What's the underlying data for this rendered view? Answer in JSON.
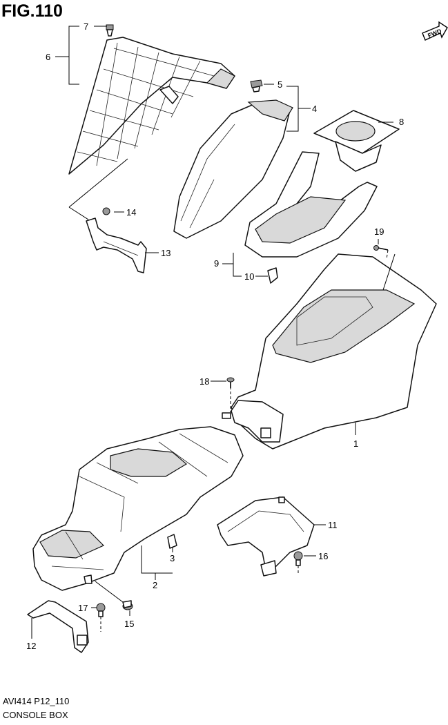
{
  "figure": {
    "title": "FIG.110",
    "code": "AVI414 P12_110",
    "name": "CONSOLE BOX",
    "direction_badge": "FWD"
  },
  "callouts": [
    "1",
    "2",
    "3",
    "4",
    "5",
    "6",
    "7",
    "8",
    "9",
    "10",
    "11",
    "12",
    "13",
    "14",
    "15",
    "16",
    "17",
    "18",
    "19"
  ],
  "icons": {
    "direction": "arrow-fwd-icon"
  }
}
